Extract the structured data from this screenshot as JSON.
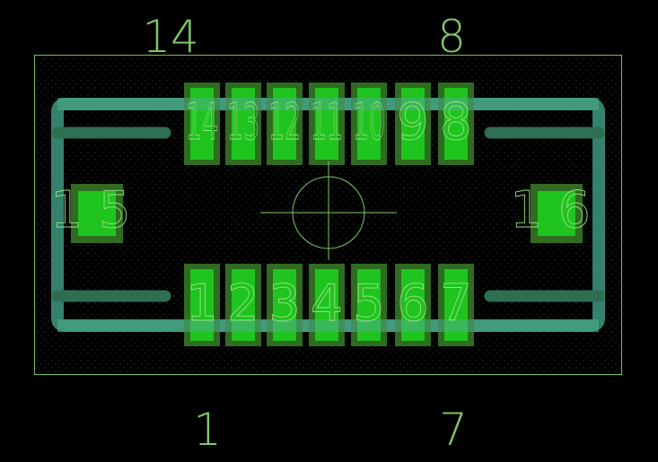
{
  "title": "",
  "colors": {
    "background": "#000000",
    "board_outline": "#6fbf5a",
    "silkscreen": "#3a8f78",
    "silk_fill_opacity": "0.85",
    "pad_dark": "#2f6b21",
    "pad_bright": "#1fd01f",
    "text": "#8ad676",
    "dot_grid": "#1c2a1c"
  },
  "pin_labels": {
    "top_left": "14",
    "top_right": "8",
    "bottom_left": "1",
    "bottom_right": "7"
  },
  "pads": {
    "top_row": [
      "14",
      "13",
      "12",
      "11",
      "10",
      "9",
      "8"
    ],
    "bottom_row": [
      "1",
      "2",
      "3",
      "4",
      "5",
      "6",
      "7"
    ],
    "left_mount": "15",
    "right_mount": "16"
  },
  "origin_marker": "crosshair-circle"
}
